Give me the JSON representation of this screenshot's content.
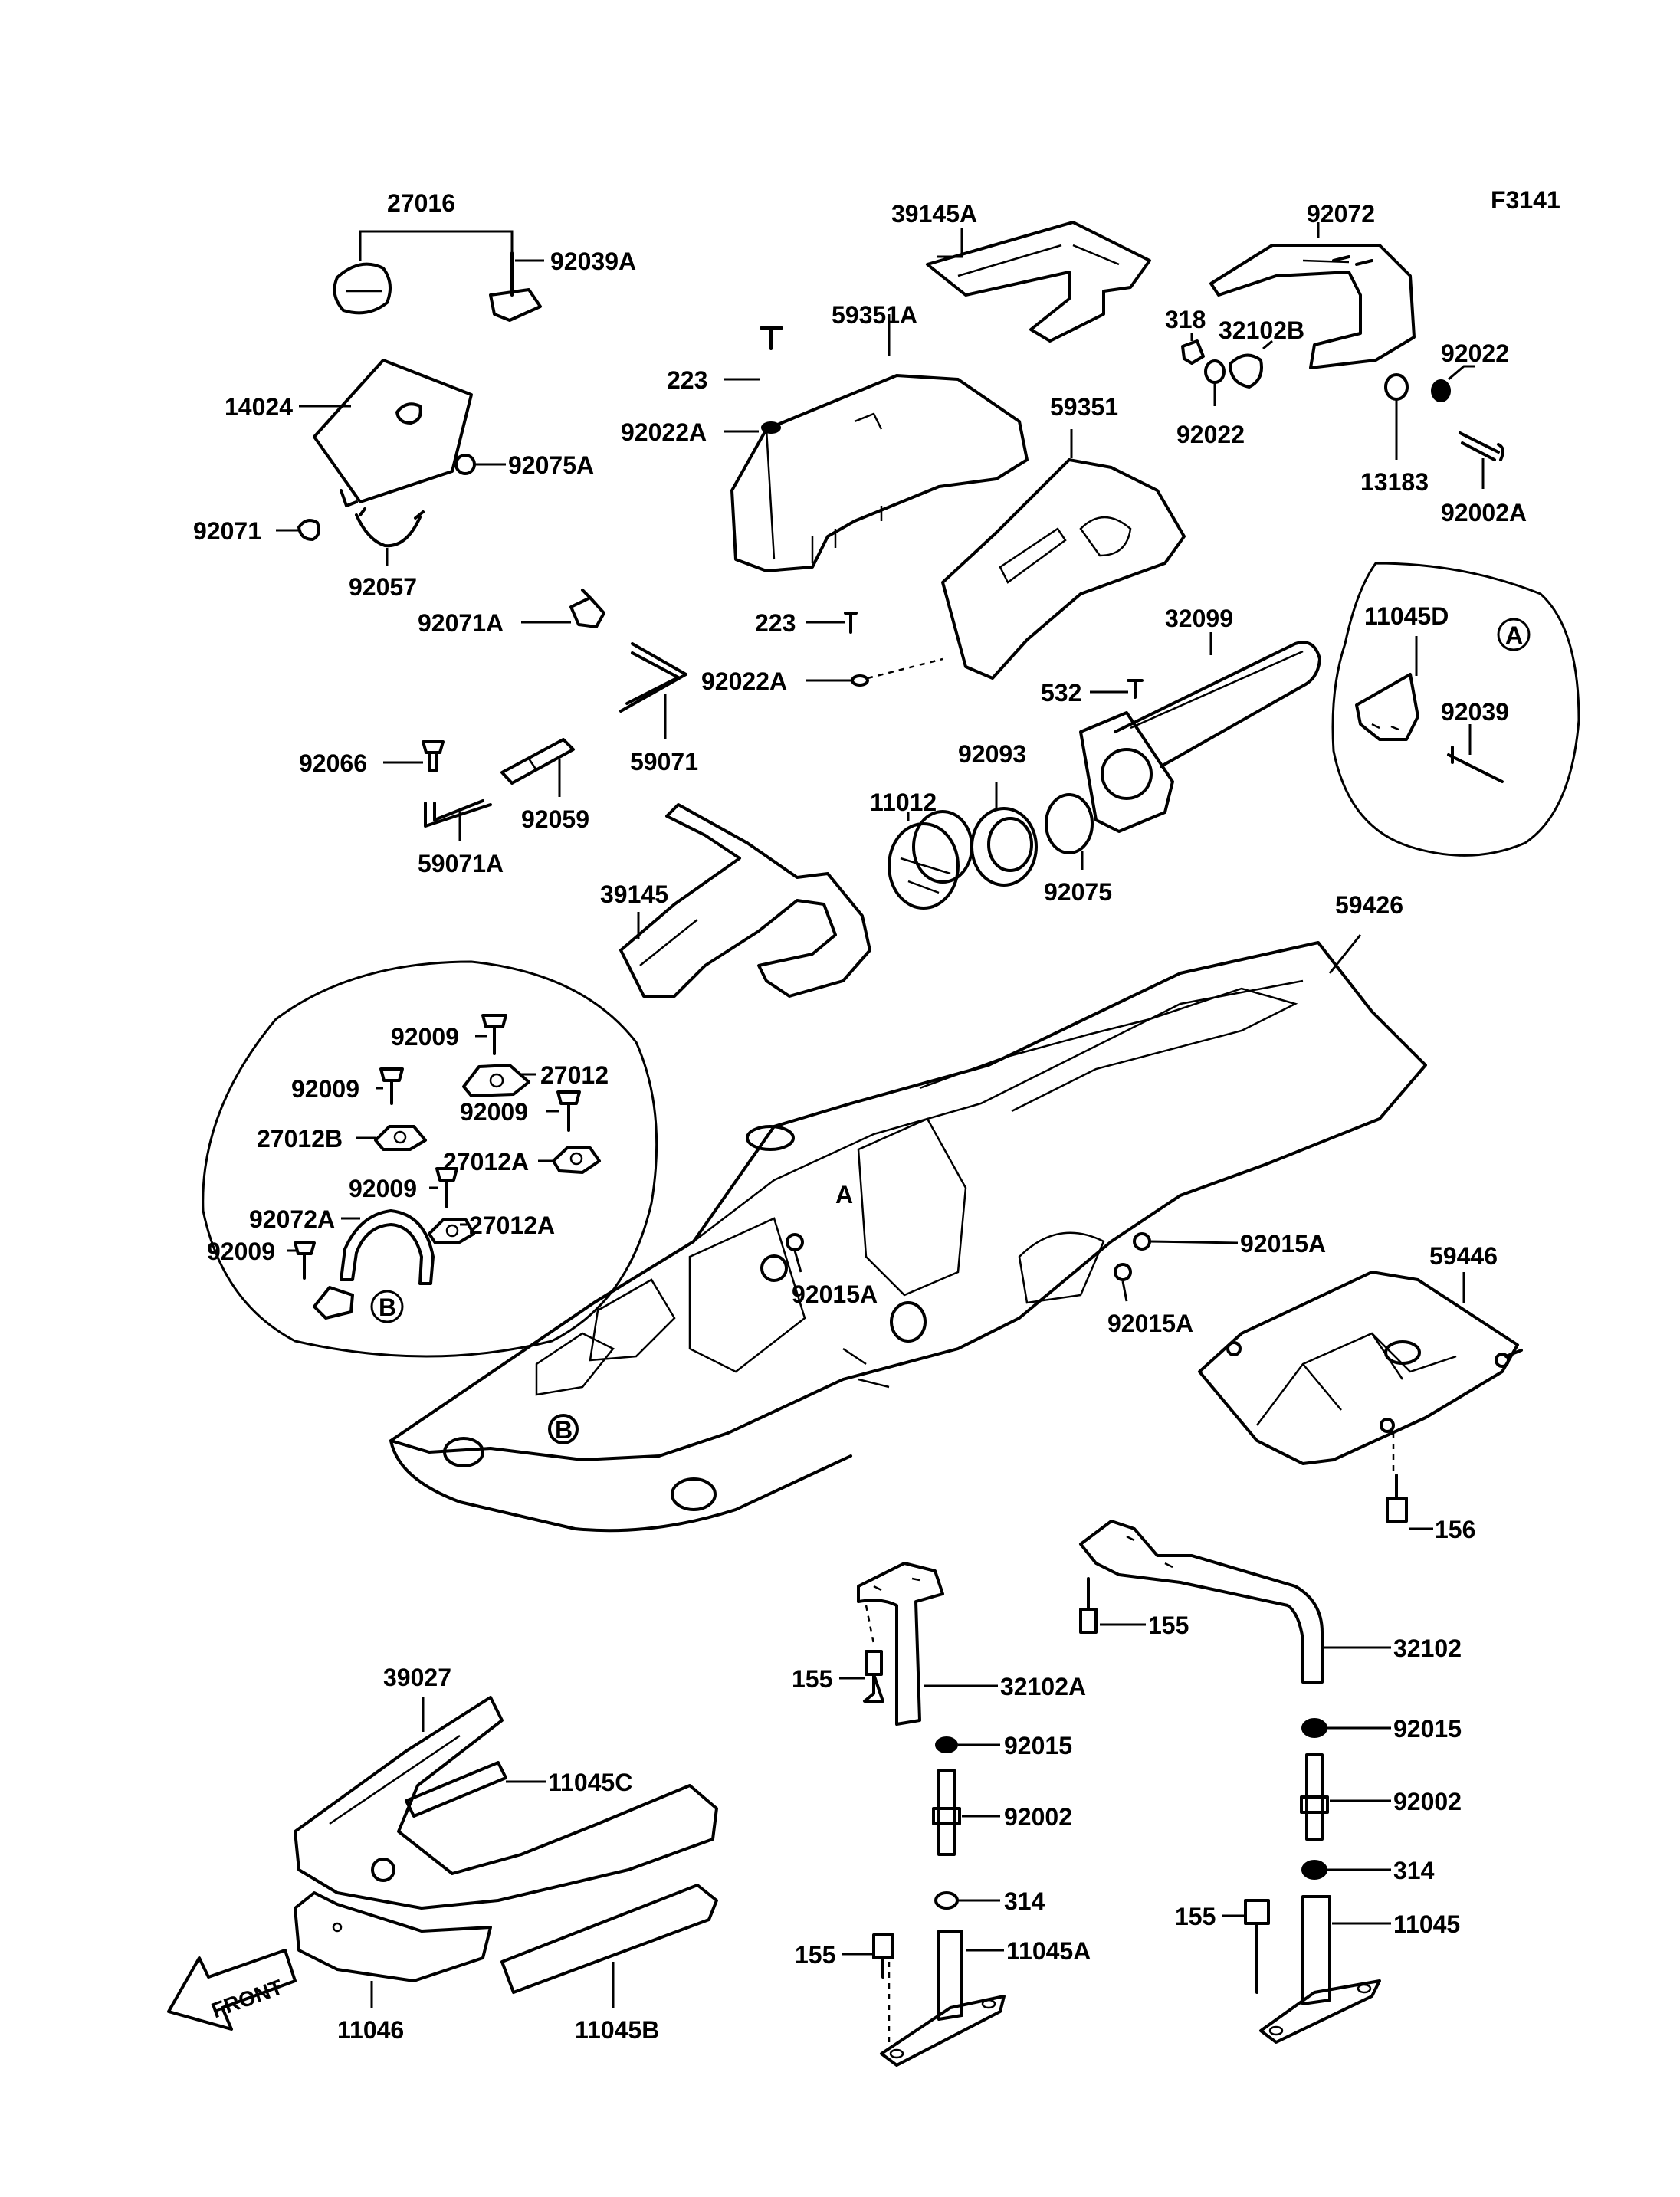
{
  "figure_code": "F3141",
  "front_label": "FRONT",
  "reference_marks": [
    "A",
    "B"
  ],
  "part_numbers": {
    "p27016": "27016",
    "p92039A": "92039A",
    "p14024": "14024",
    "p92075A": "92075A",
    "p92071": "92071",
    "p92057": "92057",
    "p92071A": "92071A",
    "p59071": "59071",
    "p92066": "92066",
    "p92059": "92059",
    "p59071A": "59071A",
    "p39145A": "39145A",
    "p59351A": "59351A",
    "p223a": "223",
    "p92022Aa": "92022A",
    "p59351": "59351",
    "p223b": "223",
    "p92022Ab": "92022A",
    "p92072": "92072",
    "p318": "318",
    "p32102B": "32102B",
    "p92022a": "92022",
    "p92022b": "92022",
    "p13183": "13183",
    "p92002A": "92002A",
    "p32099": "32099",
    "p532": "532",
    "p11045D": "11045D",
    "p92039": "92039",
    "p11012": "11012",
    "p92093": "92093",
    "p92075": "92075",
    "p39145": "39145",
    "p59426": "59426",
    "p92009a": "92009",
    "p92009b": "92009",
    "p27012": "27012",
    "p92009c": "92009",
    "p27012B": "27012B",
    "p27012A": "27012A",
    "p92009d": "92009",
    "p92072A": "92072A",
    "p27012Ab": "27012A",
    "p92009e": "92009",
    "p92015Aa": "92015A",
    "p92015Ab": "92015A",
    "p92015Ac": "92015A",
    "p59446": "59446",
    "p156": "156",
    "p155a": "155",
    "p32102": "32102",
    "p155b": "155",
    "p32102A": "32102A",
    "p92015a": "92015",
    "p92015b": "92015",
    "p92002a": "92002",
    "p92002b": "92002",
    "p314a": "314",
    "p314b": "314",
    "p155c": "155",
    "p11045A": "11045A",
    "p155d": "155",
    "p11045": "11045",
    "p39027": "39027",
    "p11045C": "11045C",
    "p11046": "11046",
    "p11045B": "11045B"
  }
}
